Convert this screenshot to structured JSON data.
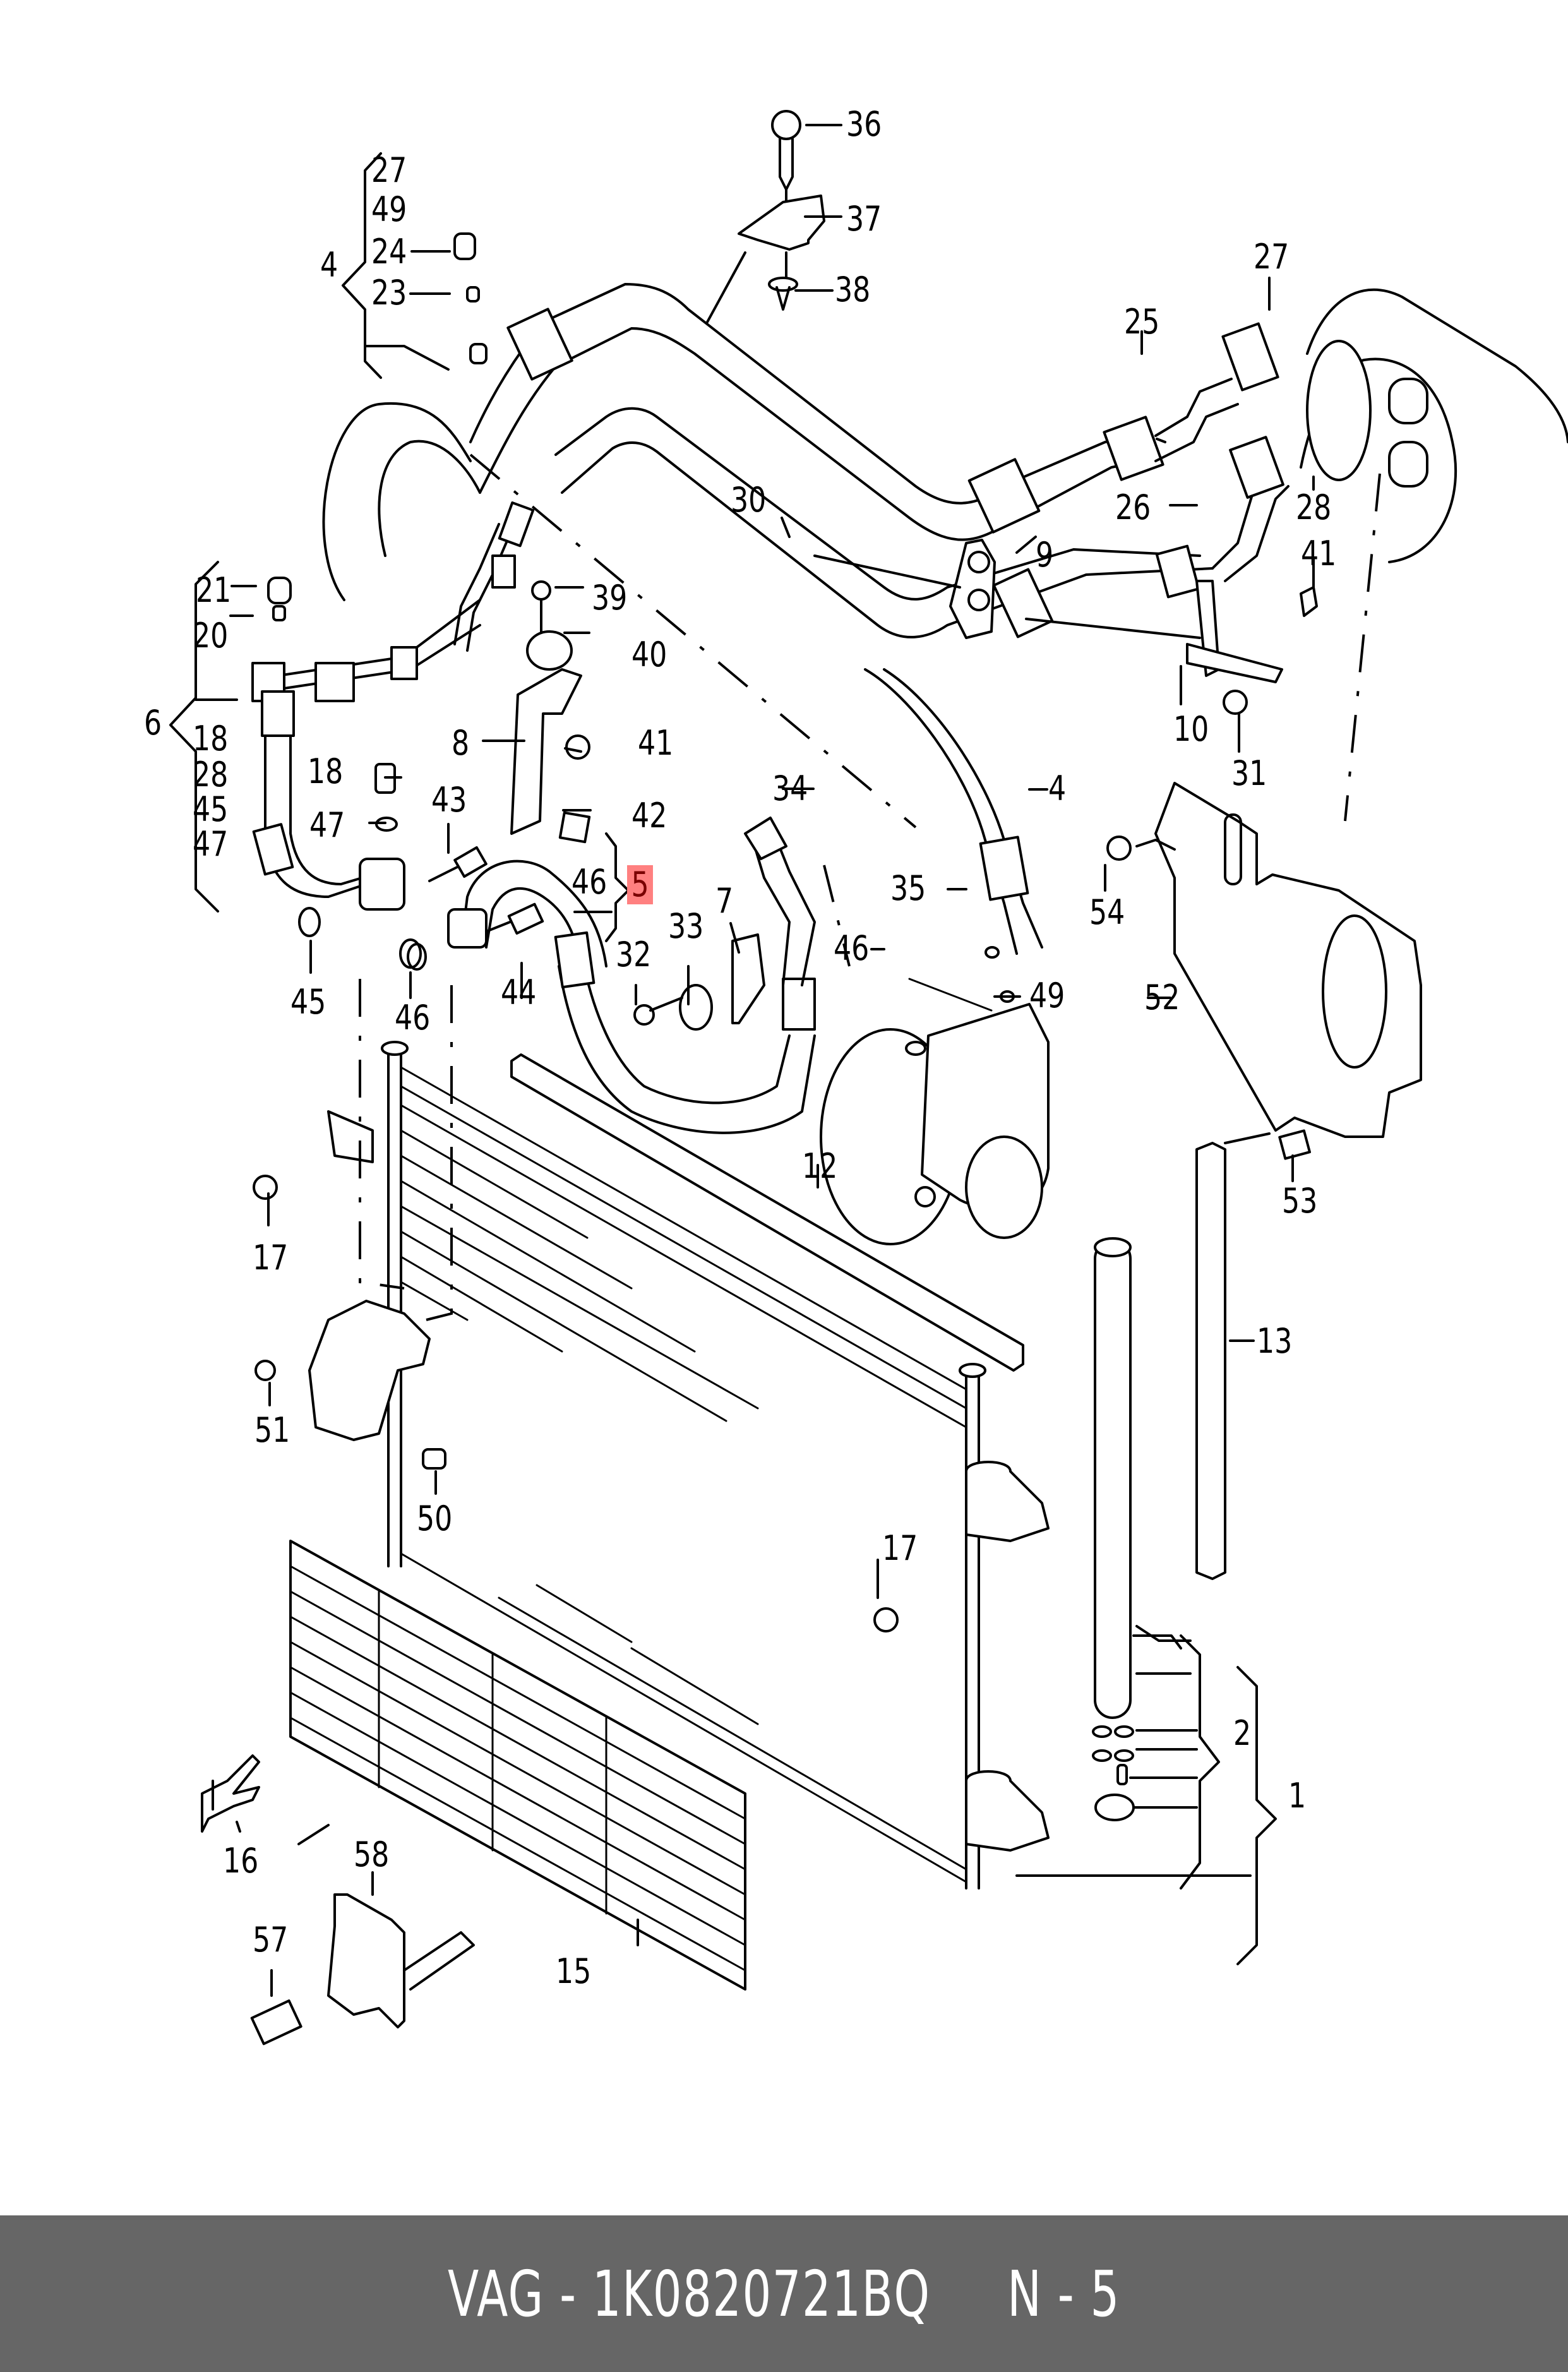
{
  "diagram": {
    "title": "A/C refrigerant circuit exploded parts diagram",
    "highlight_color": "#ff8080",
    "callouts": [
      {
        "id": "c36",
        "label": "36"
      },
      {
        "id": "c37",
        "label": "37"
      },
      {
        "id": "c38",
        "label": "38"
      },
      {
        "id": "c27a",
        "label": "27"
      },
      {
        "id": "c49a",
        "label": "49"
      },
      {
        "id": "c4a",
        "label": "4"
      },
      {
        "id": "c24",
        "label": "24"
      },
      {
        "id": "c23",
        "label": "23"
      },
      {
        "id": "c27b",
        "label": "27"
      },
      {
        "id": "c25",
        "label": "25"
      },
      {
        "id": "c26",
        "label": "26"
      },
      {
        "id": "c28",
        "label": "28"
      },
      {
        "id": "c30",
        "label": "30"
      },
      {
        "id": "c9",
        "label": "9"
      },
      {
        "id": "c41a",
        "label": "41"
      },
      {
        "id": "c10",
        "label": "10"
      },
      {
        "id": "c31",
        "label": "31"
      },
      {
        "id": "c21",
        "label": "21"
      },
      {
        "id": "c20",
        "label": "20"
      },
      {
        "id": "c39",
        "label": "39"
      },
      {
        "id": "c40",
        "label": "40"
      },
      {
        "id": "c6",
        "label": "6"
      },
      {
        "id": "c18a",
        "label": "18"
      },
      {
        "id": "c28b",
        "label": "28"
      },
      {
        "id": "c45a",
        "label": "45"
      },
      {
        "id": "c47a",
        "label": "47"
      },
      {
        "id": "c8",
        "label": "8"
      },
      {
        "id": "c41b",
        "label": "41"
      },
      {
        "id": "c18b",
        "label": "18"
      },
      {
        "id": "c47b",
        "label": "47"
      },
      {
        "id": "c43",
        "label": "43"
      },
      {
        "id": "c42",
        "label": "42"
      },
      {
        "id": "c34",
        "label": "34"
      },
      {
        "id": "c4b",
        "label": "4"
      },
      {
        "id": "c46a",
        "label": "46"
      },
      {
        "id": "c5",
        "label": "5",
        "highlighted": true
      },
      {
        "id": "c7",
        "label": "7"
      },
      {
        "id": "c33",
        "label": "33"
      },
      {
        "id": "c32",
        "label": "32"
      },
      {
        "id": "c35",
        "label": "35"
      },
      {
        "id": "c46b",
        "label": "46"
      },
      {
        "id": "c49b",
        "label": "49"
      },
      {
        "id": "c54",
        "label": "54"
      },
      {
        "id": "c52",
        "label": "52"
      },
      {
        "id": "c53",
        "label": "53"
      },
      {
        "id": "c45b",
        "label": "45"
      },
      {
        "id": "c46c",
        "label": "46"
      },
      {
        "id": "c44",
        "label": "44"
      },
      {
        "id": "c12",
        "label": "12"
      },
      {
        "id": "c17a",
        "label": "17"
      },
      {
        "id": "c13",
        "label": "13"
      },
      {
        "id": "c51",
        "label": "51"
      },
      {
        "id": "c50",
        "label": "50"
      },
      {
        "id": "c17b",
        "label": "17"
      },
      {
        "id": "c2",
        "label": "2"
      },
      {
        "id": "c1",
        "label": "1"
      },
      {
        "id": "c16",
        "label": "16"
      },
      {
        "id": "c58",
        "label": "58"
      },
      {
        "id": "c15",
        "label": "15"
      },
      {
        "id": "c57",
        "label": "57"
      }
    ]
  },
  "footer": {
    "text": "VAG - 1K0820721BQ     N - 5",
    "brand": "VAG",
    "part_number": "1K0820721BQ",
    "position_ref": "N - 5",
    "background": "#666666",
    "text_color": "#ffffff"
  }
}
